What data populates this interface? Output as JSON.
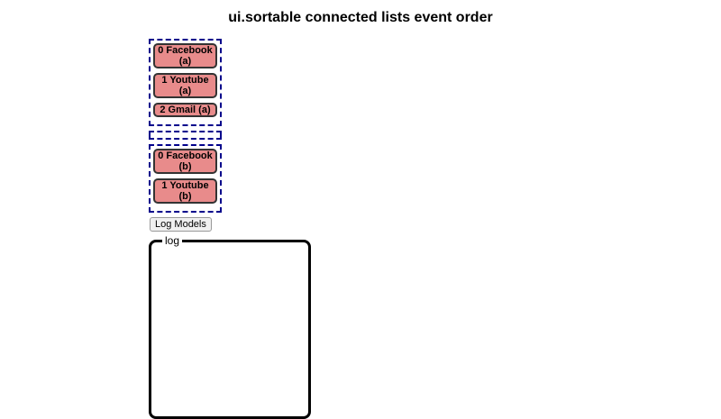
{
  "title": "ui.sortable connected lists event order",
  "lists": [
    {
      "name": "list-a",
      "items": [
        "0 Facebook (a)",
        "1 Youtube (a)",
        "2 Gmail (a)"
      ]
    },
    {
      "name": "list-empty",
      "items": []
    },
    {
      "name": "list-b",
      "items": [
        "0 Facebook (b)",
        "1 Youtube (b)"
      ]
    }
  ],
  "button": {
    "label": "Log Models"
  },
  "log": {
    "legend": "log",
    "content": ""
  },
  "colors": {
    "item_background": "#e88b8b",
    "item_border": "#333333",
    "list_dashed_border": "#00008b",
    "log_border": "#000000",
    "button_background": "#f0f0f0",
    "button_border": "#999999"
  }
}
